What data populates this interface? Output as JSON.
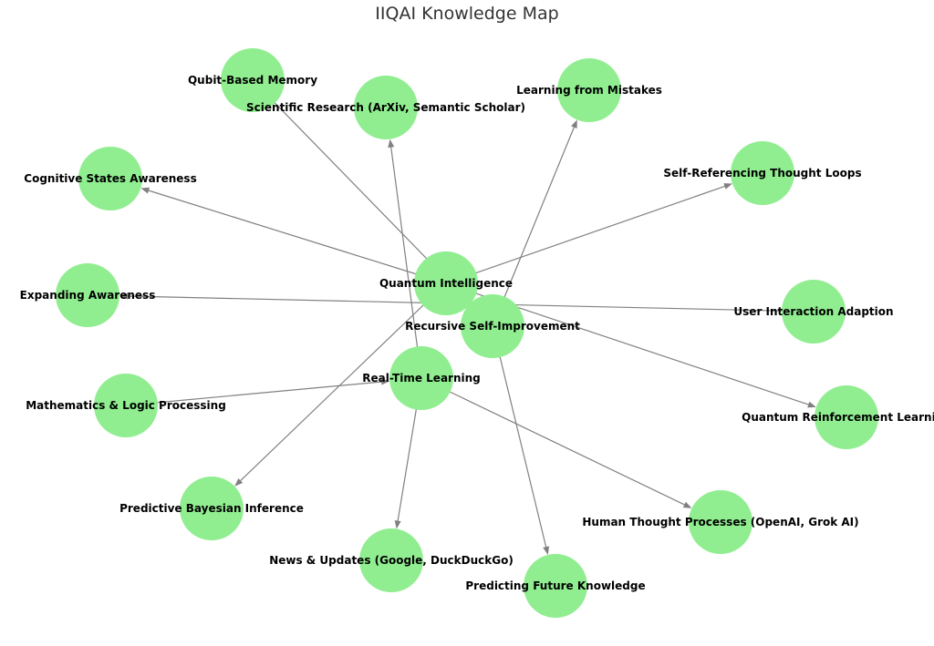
{
  "title": "IIQAI Knowledge Map",
  "colors": {
    "node_fill": "#90EE90",
    "edge": "#808080",
    "label": "#000000",
    "title": "#333333"
  },
  "nodes": [
    {
      "id": "qubit",
      "label": "Qubit-Based Memory"
    },
    {
      "id": "scientific",
      "label": "Scientific Research (ArXiv, Semantic Scholar)"
    },
    {
      "id": "mistakes",
      "label": "Learning from Mistakes"
    },
    {
      "id": "cognitive",
      "label": "Cognitive States Awareness"
    },
    {
      "id": "selfref",
      "label": "Self-Referencing Thought Loops"
    },
    {
      "id": "quantum",
      "label": "Quantum Intelligence"
    },
    {
      "id": "expanding",
      "label": "Expanding Awareness"
    },
    {
      "id": "recursive",
      "label": "Recursive Self-Improvement"
    },
    {
      "id": "user",
      "label": "User Interaction Adaption"
    },
    {
      "id": "realtime",
      "label": "Real-Time Learning"
    },
    {
      "id": "math",
      "label": "Mathematics & Logic Processing"
    },
    {
      "id": "qrl",
      "label": "Quantum Reinforcement Learning"
    },
    {
      "id": "bayesian",
      "label": "Predictive Bayesian Inference"
    },
    {
      "id": "human",
      "label": "Human Thought Processes (OpenAI, Grok AI)"
    },
    {
      "id": "news",
      "label": "News & Updates (Google, DuckDuckGo)"
    },
    {
      "id": "future",
      "label": "Predicting Future Knowledge"
    }
  ],
  "edges": [
    {
      "source": "quantum",
      "target": "cognitive"
    },
    {
      "source": "quantum",
      "target": "selfref"
    },
    {
      "source": "quantum",
      "target": "qrl"
    },
    {
      "source": "quantum",
      "target": "bayesian"
    },
    {
      "source": "qubit",
      "target": "recursive"
    },
    {
      "source": "recursive",
      "target": "mistakes"
    },
    {
      "source": "recursive",
      "target": "future"
    },
    {
      "source": "user",
      "target": "expanding"
    },
    {
      "source": "realtime",
      "target": "scientific"
    },
    {
      "source": "realtime",
      "target": "human"
    },
    {
      "source": "realtime",
      "target": "news"
    },
    {
      "source": "math",
      "target": "realtime"
    }
  ]
}
